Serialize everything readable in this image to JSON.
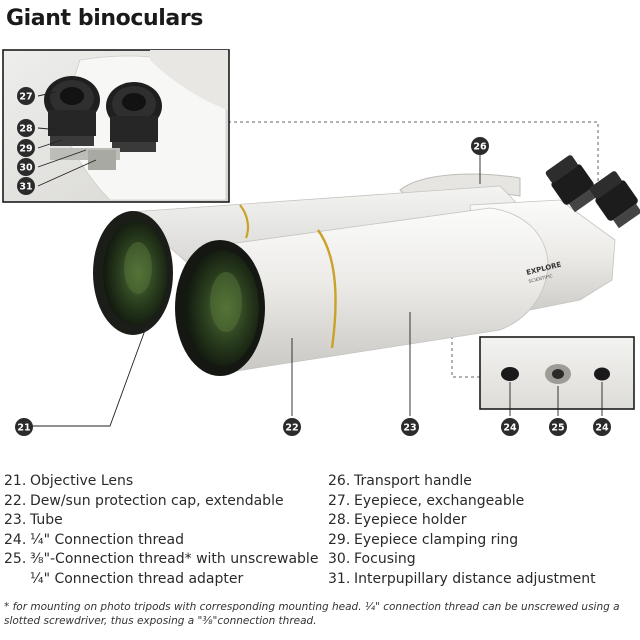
{
  "title": "Giant binoculars",
  "brand": {
    "line1": "EXPLORE",
    "line2": "SCIENTIFIC"
  },
  "callouts": {
    "c21": "21",
    "c22": "22",
    "c23": "23",
    "c24a": "24",
    "c24b": "24",
    "c25": "25",
    "c26": "26",
    "c27": "27",
    "c28": "28",
    "c29": "29",
    "c30": "30",
    "c31": "31"
  },
  "legend_left": [
    {
      "num": "21.",
      "text": "Objective Lens"
    },
    {
      "num": "22.",
      "text": "Dew/sun protection cap, extendable"
    },
    {
      "num": "23.",
      "text": "Tube"
    },
    {
      "num": "24.",
      "text": "¼\" Connection thread"
    },
    {
      "num": "25.",
      "text": "⅜\"-Connection thread* with unscrewable"
    },
    {
      "num": "",
      "text": "¼\" Connection thread adapter"
    }
  ],
  "legend_right": [
    {
      "num": "26.",
      "text": "Transport handle"
    },
    {
      "num": "27.",
      "text": "Eyepiece, exchangeable"
    },
    {
      "num": "28.",
      "text": "Eyepiece holder"
    },
    {
      "num": "29.",
      "text": "Eyepiece clamping ring"
    },
    {
      "num": "30.",
      "text": "Focusing"
    },
    {
      "num": "31.",
      "text": "Interpupillary distance adjustment"
    }
  ],
  "footnote": "* for mounting on photo tripods with corresponding mounting head. ¼\" connection thread can be unscrewed using a slotted screwdriver, thus exposing a \"⅜\"connection thread.",
  "colors": {
    "callout_fill": "#2b2b2b",
    "tube_white": "#f1f1ef",
    "gold_ring": "#c9a227",
    "lens_dark": "#141a14",
    "lens_green": "#3c5a2a"
  }
}
